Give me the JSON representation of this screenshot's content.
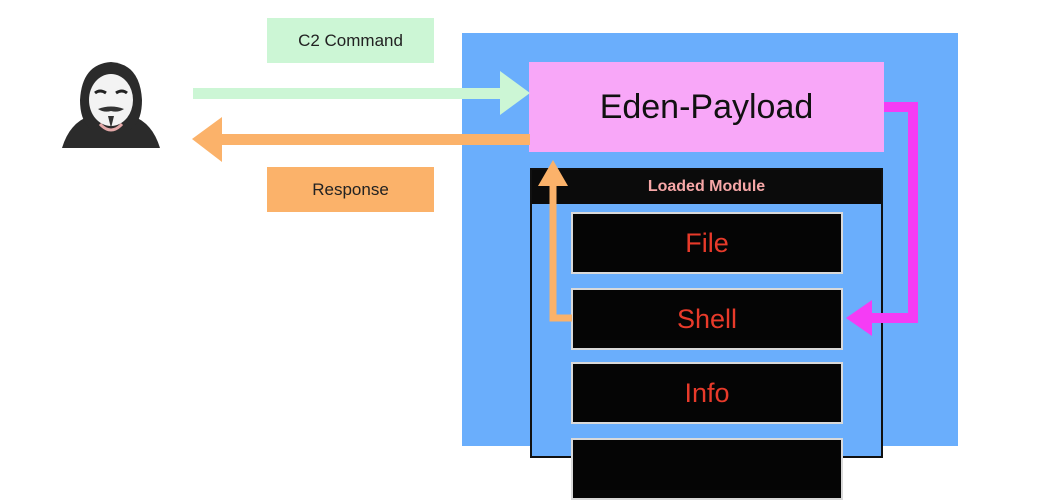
{
  "labels": {
    "c2_command": "C2 Command",
    "response": "Response"
  },
  "payload": {
    "title": "Eden-Payload"
  },
  "modules": {
    "header": "Loaded Module",
    "items": [
      "File",
      "Shell",
      "Info",
      ""
    ]
  },
  "icons": {
    "attacker": "hooded-anonymous-hacker-icon"
  },
  "colors": {
    "panel_blue": "#6aaefc",
    "command_green": "#ccf6d5",
    "response_orange": "#fbb26a",
    "payload_pink": "#f8a7f8",
    "dispatch_magenta": "#f53cf5",
    "module_text_red": "#e83a2a",
    "module_header_text": "#f7a7a7"
  }
}
